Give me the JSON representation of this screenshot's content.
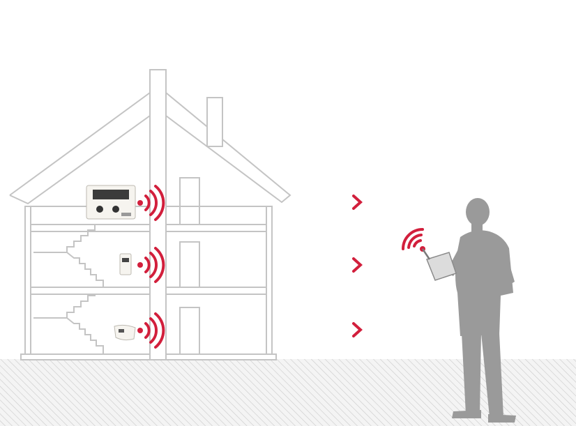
{
  "diagram": {
    "ground_color": "#c8c8c8",
    "hatch_color": "#d9d9d9",
    "house_stroke": "#c8c8c8",
    "signal_color": "#d21f3c",
    "arrow_color": "#d21f3c",
    "person_color": "#9a9a9a",
    "devices": [
      {
        "name": "heat-meter-device",
        "icon": "heat-meter-icon"
      },
      {
        "name": "water-meter-device",
        "icon": "water-meter-icon"
      },
      {
        "name": "heat-cost-allocator-device",
        "icon": "heat-cost-allocator-icon"
      }
    ],
    "transmissions": 3,
    "receiver": {
      "name": "technician-with-handheld-reader",
      "icon": "person-reader-icon"
    }
  }
}
